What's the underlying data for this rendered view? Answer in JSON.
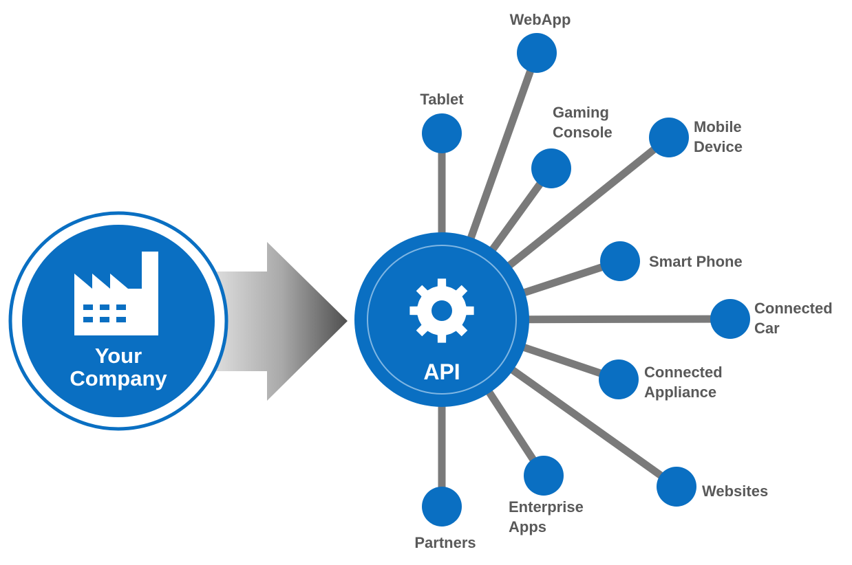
{
  "company": {
    "line1": "Your",
    "line2": "Company",
    "icon": "factory-icon"
  },
  "api": {
    "label": "API",
    "icon": "gear-icon"
  },
  "colors": {
    "primary": "#0a6fc2",
    "spoke": "#7a7a7a",
    "label": "#595959",
    "arrow_dark": "#555555",
    "arrow_light": "#e6e6e6"
  },
  "endpoints": [
    {
      "id": "webapp",
      "lines": [
        "WebApp"
      ]
    },
    {
      "id": "tablet",
      "lines": [
        "Tablet"
      ]
    },
    {
      "id": "gaming-console",
      "lines": [
        "Gaming",
        "Console"
      ]
    },
    {
      "id": "mobile-device",
      "lines": [
        "Mobile",
        "Device"
      ]
    },
    {
      "id": "smart-phone",
      "lines": [
        "Smart Phone"
      ]
    },
    {
      "id": "connected-car",
      "lines": [
        "Connected",
        "Car"
      ]
    },
    {
      "id": "connected-appliance",
      "lines": [
        "Connected",
        "Appliance"
      ]
    },
    {
      "id": "websites",
      "lines": [
        "Websites"
      ]
    },
    {
      "id": "enterprise-apps",
      "lines": [
        "Enterprise",
        "Apps"
      ]
    },
    {
      "id": "partners",
      "lines": [
        "Partners"
      ]
    }
  ]
}
